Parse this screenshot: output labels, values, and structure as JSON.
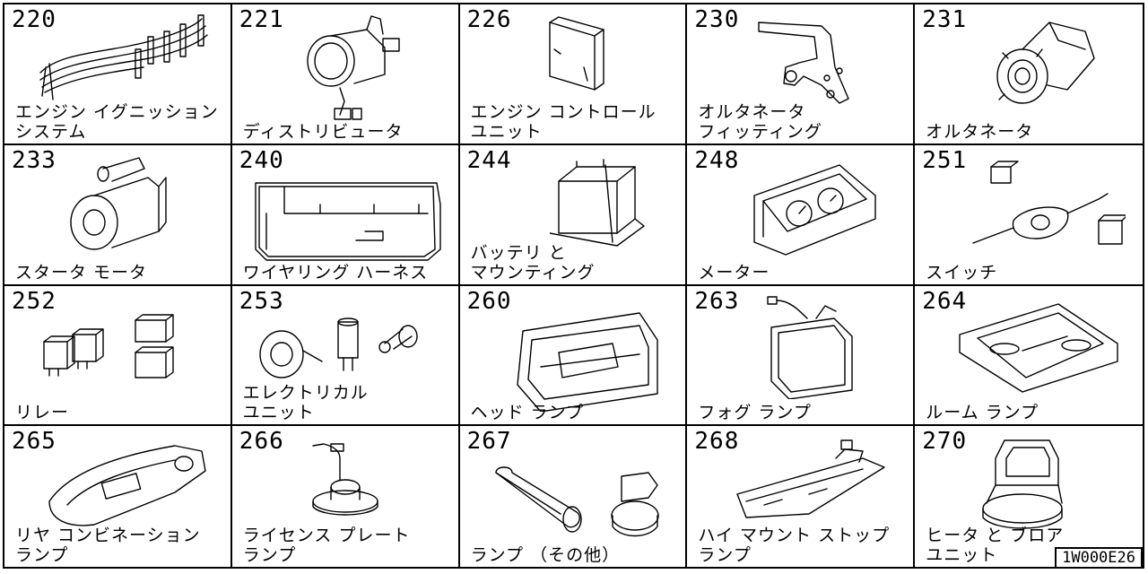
{
  "cells": [
    {
      "code": "220",
      "line1": "エンジン イグニッション",
      "line2": "システム",
      "icon": "ignition-system-icon"
    },
    {
      "code": "221",
      "line1": "ディストリビュータ",
      "line2": "",
      "icon": "distributor-icon"
    },
    {
      "code": "226",
      "line1": "エンジン コントロール",
      "line2": "ユニット",
      "icon": "engine-control-unit-icon"
    },
    {
      "code": "230",
      "line1": "オルタネータ",
      "line2": "フィッティング",
      "icon": "alternator-fitting-icon"
    },
    {
      "code": "231",
      "line1": "オルタネータ",
      "line2": "",
      "icon": "alternator-icon"
    },
    {
      "code": "233",
      "line1": "スタータ モータ",
      "line2": "",
      "icon": "starter-motor-icon"
    },
    {
      "code": "240",
      "line1": "ワイヤリング ハーネス",
      "line2": "",
      "icon": "wiring-harness-icon"
    },
    {
      "code": "244",
      "line1": "バッテリ と",
      "line2": "マウンティング",
      "icon": "battery-icon"
    },
    {
      "code": "248",
      "line1": "メーター",
      "line2": "",
      "icon": "meter-icon"
    },
    {
      "code": "251",
      "line1": "スイッチ",
      "line2": "",
      "icon": "switch-icon"
    },
    {
      "code": "252",
      "line1": "リレー",
      "line2": "",
      "icon": "relay-icon"
    },
    {
      "code": "253",
      "line1": "エレクトリカル",
      "line2": "ユニット",
      "icon": "electrical-unit-icon"
    },
    {
      "code": "260",
      "line1": "ヘッド ランプ",
      "line2": "",
      "icon": "head-lamp-icon"
    },
    {
      "code": "263",
      "line1": "フォグ ランプ",
      "line2": "",
      "icon": "fog-lamp-icon"
    },
    {
      "code": "264",
      "line1": "ルーム ランプ",
      "line2": "",
      "icon": "room-lamp-icon"
    },
    {
      "code": "265",
      "line1": "リヤ コンビネーション",
      "line2": "ランプ",
      "icon": "rear-combination-lamp-icon"
    },
    {
      "code": "266",
      "line1": "ライセンス プレート",
      "line2": "ランプ",
      "icon": "license-plate-lamp-icon"
    },
    {
      "code": "267",
      "line1": "ランプ （その他）",
      "line2": "",
      "icon": "lamp-other-icon"
    },
    {
      "code": "268",
      "line1": "ハイ マウント ストップ",
      "line2": "ランプ",
      "icon": "high-mount-stop-lamp-icon"
    },
    {
      "code": "270",
      "line1": "ヒータ と ブロア",
      "line2": "ユニット",
      "icon": "heater-blower-unit-icon"
    }
  ],
  "diagram_id": "1W000E26"
}
